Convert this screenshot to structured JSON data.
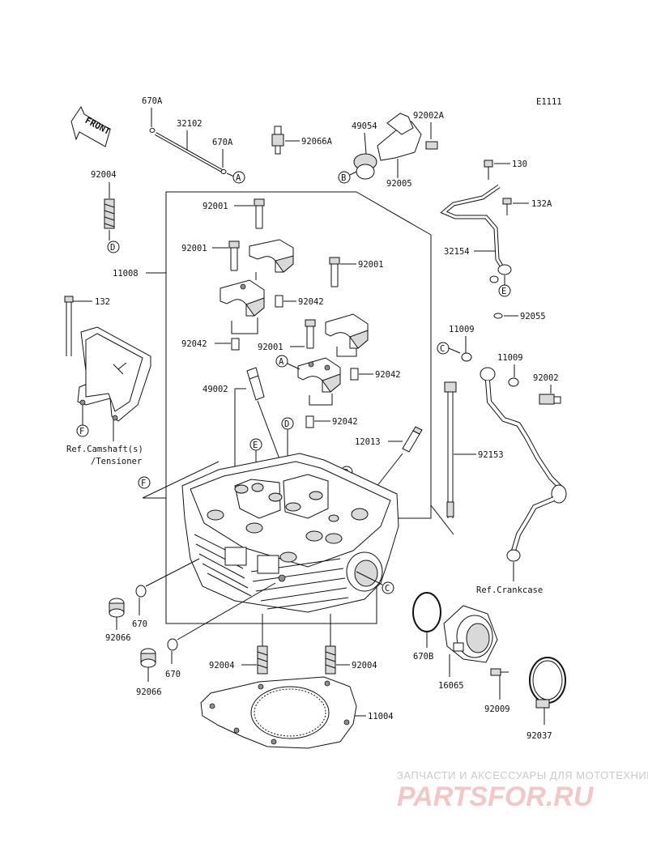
{
  "diagram_code": "E1111",
  "front_label": "FRONT",
  "parts": {
    "p670A_1": "670A",
    "p32102": "32102",
    "p670A_2": "670A",
    "p92066A": "92066A",
    "p49054": "49054",
    "p92002A": "92002A",
    "p92005": "92005",
    "p130": "130",
    "p132A": "132A",
    "p92004_top": "92004",
    "p92001_a": "92001",
    "p92001_b": "92001",
    "p92001_c": "92001",
    "p92001_d": "92001",
    "p11008": "11008",
    "p32154": "32154",
    "p132": "132",
    "p92042_a": "92042",
    "p92042_b": "92042",
    "p92042_c": "92042",
    "p92042_d": "92042",
    "p92055": "92055",
    "p11009_a": "11009",
    "p11009_b": "11009",
    "p92002": "92002",
    "p49002": "49002",
    "p12013": "12013",
    "p92153": "92153",
    "p670_a": "670",
    "p670_b": "670",
    "p92066_a": "92066",
    "p92066_b": "92066",
    "p670B": "670B",
    "p16065": "16065",
    "p92009": "92009",
    "p92004_l": "92004",
    "p92004_r": "92004",
    "p11004": "11004",
    "p92037": "92037"
  },
  "refs": {
    "camshaft_line1": "Ref.Camshaft(s)",
    "camshaft_line2": "/Tensioner",
    "crankcase": "Ref.Crankcase"
  },
  "callouts": {
    "A1": "A",
    "A2": "A",
    "B1": "B",
    "B2": "B",
    "C1": "C",
    "C2": "C",
    "D1": "D",
    "D2": "D",
    "E1": "E",
    "E2": "E",
    "F1": "F",
    "F2": "F"
  },
  "watermark": {
    "line1": "ЗАПЧАСТИ И АКСЕССУАРЫ ДЛЯ МОТОТЕХНИКИ",
    "line2": "PARTSFOR.RU"
  }
}
